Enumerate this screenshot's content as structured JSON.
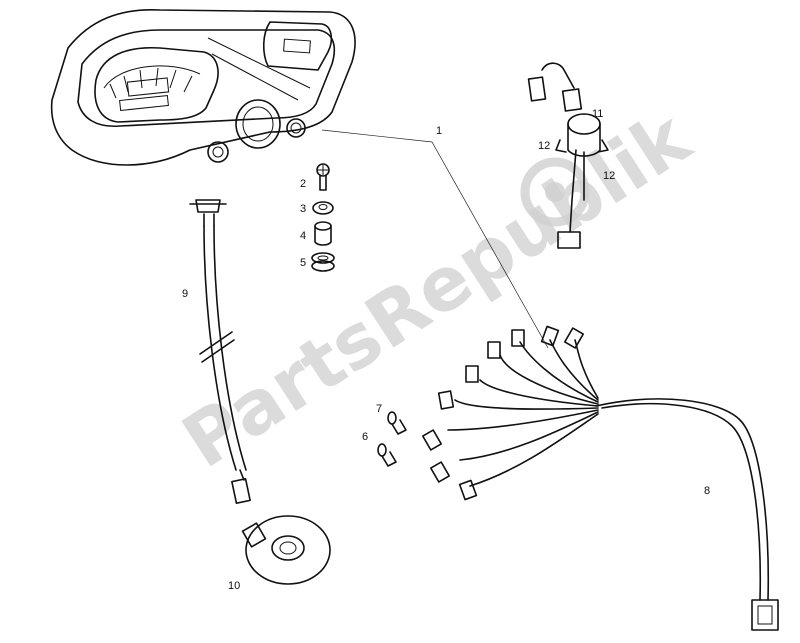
{
  "watermark": {
    "text": "PartsRepublik"
  },
  "callouts": [
    {
      "id": "1",
      "text": "1"
    },
    {
      "id": "2",
      "text": "2"
    },
    {
      "id": "3",
      "text": "3"
    },
    {
      "id": "4",
      "text": "4"
    },
    {
      "id": "5",
      "text": "5"
    },
    {
      "id": "6",
      "text": "6"
    },
    {
      "id": "7",
      "text": "7"
    },
    {
      "id": "8",
      "text": "8"
    },
    {
      "id": "9",
      "text": "9"
    },
    {
      "id": "10",
      "text": "10"
    },
    {
      "id": "11",
      "text": "11"
    },
    {
      "id": "12a",
      "text": "12"
    },
    {
      "id": "12b",
      "text": "12"
    }
  ]
}
